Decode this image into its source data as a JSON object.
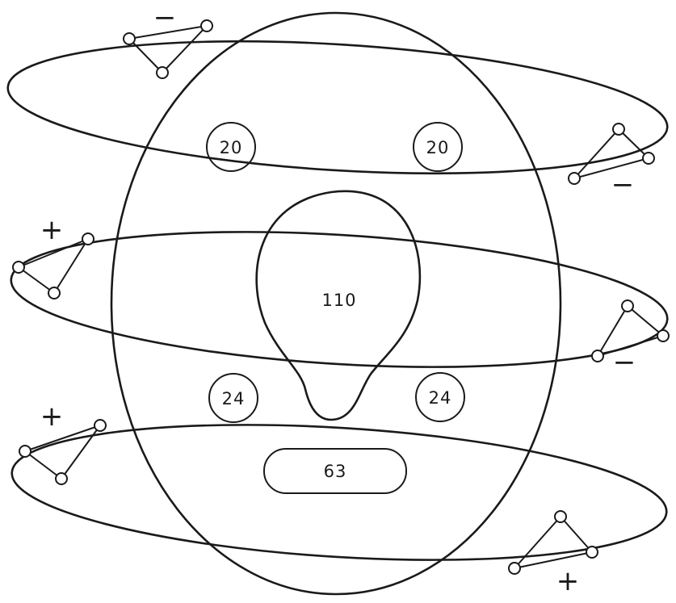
{
  "regions": {
    "top_left": "20",
    "top_right": "20",
    "center": "110",
    "lower_left": "24",
    "lower_right": "24",
    "bottom": "63"
  },
  "signs": {
    "upper_left": "−",
    "upper_right": "−",
    "middle_left": "+",
    "middle_right": "−",
    "lower_left": "+",
    "lower_right": "+"
  }
}
